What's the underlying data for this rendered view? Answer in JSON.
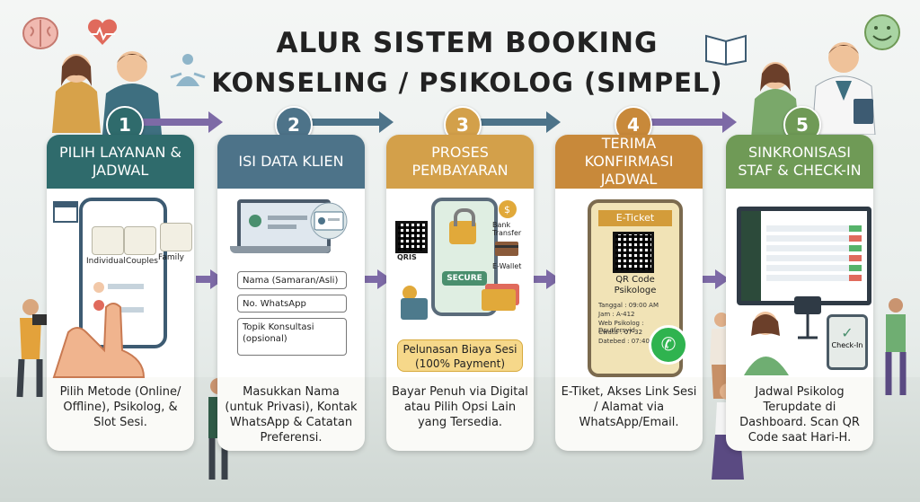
{
  "title": {
    "line1": "ALUR SISTEM BOOKING",
    "line2": "KONSELING / PSIKOLOG (SIMPEL)"
  },
  "colors": {
    "teal": "#2f6b6c",
    "steel": "#4d7389",
    "gold": "#d3a04a",
    "amber": "#c8893a",
    "green": "#6f9a56",
    "arrow": "#7d6aa6"
  },
  "steps": [
    {
      "number": "1",
      "title": "PILIH LAYANAN & JADWAL",
      "options": [
        "Individual",
        "Couples",
        "Family"
      ],
      "description": "Pilih Metode (Online/ Offline), Psikolog, & Slot Sesi."
    },
    {
      "number": "2",
      "title": "ISI DATA KLIEN",
      "fields": [
        "Nama (Samaran/Asli)",
        "No. WhatsApp",
        "Topik Konsultasi (opsional)"
      ],
      "description": "Masukkan Nama (untuk Privasi), Kontak WhatsApp & Catatan Preferensi."
    },
    {
      "number": "3",
      "title": "PROSES PEMBAYARAN",
      "labels": {
        "qris": "QRIS",
        "secure": "SECURE",
        "bank": "Bank Transfer",
        "ewallet": "E-Wallet",
        "pelunasan": "Pelunasan Biaya Sesi (100% Payment)"
      },
      "description": "Bayar Penuh via Digital atau Pilih Opsi Lain yang Tersedia."
    },
    {
      "number": "4",
      "title": "TERIMA KONFIRMASI JADWAL",
      "ticket": {
        "header": "E-Ticket",
        "qr_label": "QR Code Psikologe",
        "lines": [
          "Tanggal : 09:00 AM",
          "Jam : A-412",
          "Web Psikolog : Dputfersyid",
          "Cwata : 07-32",
          "Datebed : 07:40"
        ]
      },
      "description": "E-Tiket, Akses Link Sesi / Alamat via WhatsApp/Email."
    },
    {
      "number": "5",
      "title": "SINKRONISASI STAF & CHECK-IN",
      "checkin": "Check-In",
      "description": "Jadwal Psikolog Terupdate di Dashboard. Scan QR Code saat Hari-H."
    }
  ]
}
